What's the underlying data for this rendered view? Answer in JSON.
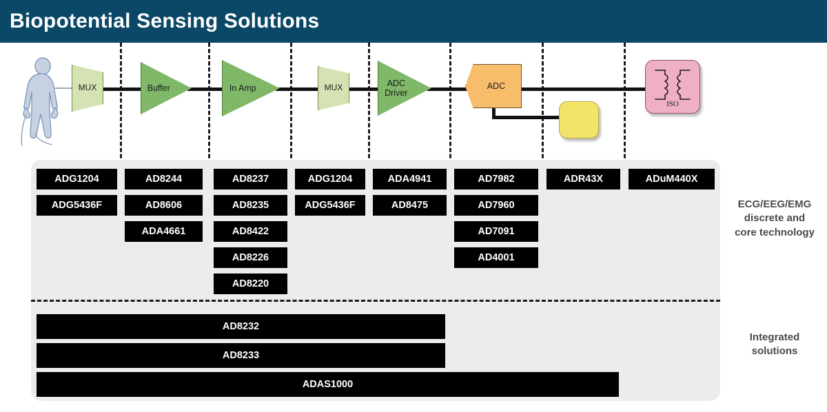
{
  "header": {
    "title": "Biopotential Sensing Solutions"
  },
  "signal_chain": {
    "blocks": [
      {
        "id": "mux1",
        "label": "MUX",
        "shape": "trapezoid",
        "color": "#d5e3b4"
      },
      {
        "id": "buffer",
        "label": "Buffer",
        "shape": "triangle",
        "color": "#7fb868"
      },
      {
        "id": "inamp",
        "label": "In Amp",
        "shape": "triangle",
        "color": "#7fb868"
      },
      {
        "id": "mux2",
        "label": "MUX",
        "shape": "trapezoid",
        "color": "#d5e3b4"
      },
      {
        "id": "adcdriver",
        "label": "ADC\nDriver",
        "shape": "triangle",
        "color": "#7fb868"
      },
      {
        "id": "adc",
        "label": "ADC",
        "shape": "pentagon",
        "color": "#f7bd6b"
      },
      {
        "id": "vref",
        "label": "",
        "shape": "rounded",
        "color": "#f2e469"
      },
      {
        "id": "iso",
        "label": "ISO",
        "shape": "rounded",
        "color": "#efafc6"
      }
    ],
    "patient": "patient-silhouette"
  },
  "parts_grid": {
    "columns": [
      {
        "stage": "mux1",
        "parts": [
          "ADG1204",
          "ADG5436F"
        ]
      },
      {
        "stage": "buffer",
        "parts": [
          "AD8244",
          "AD8606",
          "ADA4661"
        ]
      },
      {
        "stage": "inamp",
        "parts": [
          "AD8237",
          "AD8235",
          "AD8422",
          "AD8226",
          "AD8220"
        ]
      },
      {
        "stage": "mux2",
        "parts": [
          "ADG1204",
          "ADG5436F"
        ]
      },
      {
        "stage": "adcdriver",
        "parts": [
          "ADA4941",
          "AD8475"
        ]
      },
      {
        "stage": "adc",
        "parts": [
          "AD7982",
          "AD7960",
          "AD7091",
          "AD4001"
        ]
      },
      {
        "stage": "vref",
        "parts": [
          "ADR43X"
        ]
      },
      {
        "stage": "iso",
        "parts": [
          "ADuM440X"
        ]
      }
    ],
    "integrated": [
      {
        "label": "AD8232",
        "span_end": 6
      },
      {
        "label": "AD8233",
        "span_end": 6
      },
      {
        "label": "ADAS1000",
        "span_end": 8
      }
    ],
    "row_label_top": "ECG/EEG/EMG\ndiscrete and\ncore technology",
    "row_label_bottom": "Integrated\nsolutions"
  },
  "colors": {
    "header_bg": "#0b4868",
    "panel_bg": "#ececec",
    "chip_bg": "#000000",
    "chip_text": "#ffffff",
    "amp_green": "#7fb868",
    "mux_green": "#d5e3b4",
    "adc_orange": "#f7bd6b",
    "vref_yellow": "#f2e469",
    "iso_pink": "#efafc6",
    "label_gray": "#4a4a4a"
  }
}
